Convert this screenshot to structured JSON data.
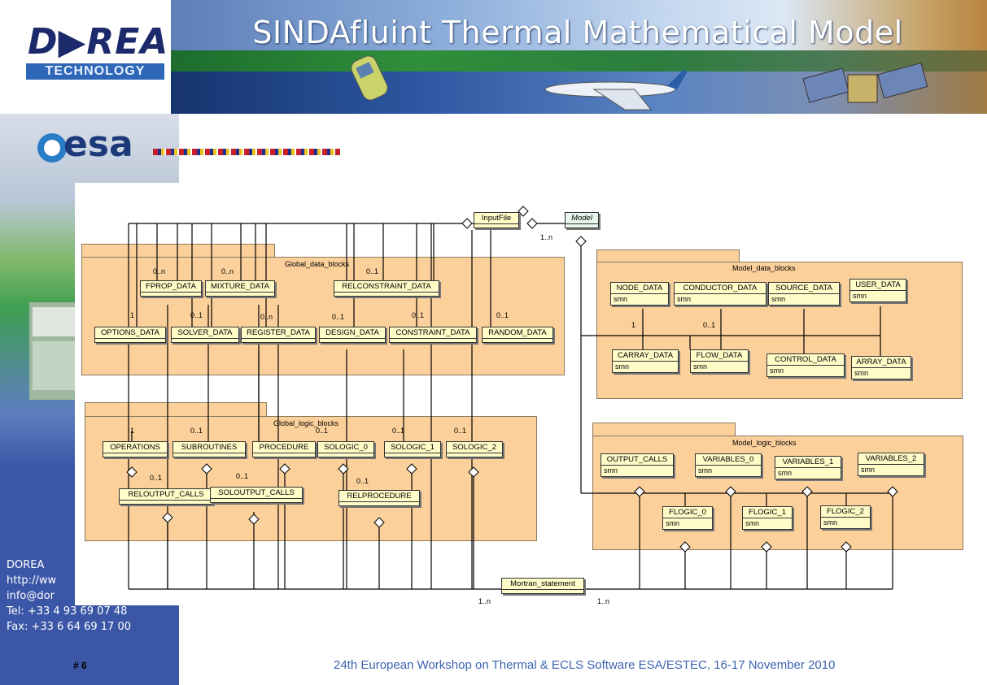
{
  "header": {
    "title": "SINDAfluint Thermal Mathematical Model",
    "logo_main": "D▶REA",
    "logo_sub": "TECHNOLOGY"
  },
  "side": {
    "esa": "esa",
    "contact": {
      "company": "DOREA",
      "web": "http://ww",
      "email": "info@dor",
      "tel": "Tel: +33 4 93 69 07 48",
      "fax": "Fax: +33 6 64 69 17 00"
    },
    "slide_number": "# 6"
  },
  "footer": "24th European Workshop on Thermal & ECLS Software ESA/ESTEC, 16-17 November 2010",
  "diagram": {
    "packages": {
      "global_data": "Global_data_blocks",
      "global_logic": "Global_logic_blocks",
      "model_data": "Model_data_blocks",
      "model_logic": "Model_logic_blocks"
    },
    "classes": {
      "inputfile": "InputFile",
      "model": "Model",
      "fprop": "FPROP_DATA",
      "mixture": "MIXTURE_DATA",
      "relconstraint": "RELCONSTRAINT_DATA",
      "options": "OPTIONS_DATA",
      "solver": "SOLVER_DATA",
      "register": "REGISTER_DATA",
      "design": "DESIGN_DATA",
      "constraint": "CONSTRAINT_DATA",
      "random": "RANDOM_DATA",
      "node": "NODE_DATA",
      "conductor": "CONDUCTOR_DATA",
      "source": "SOURCE_DATA",
      "user": "USER_DATA",
      "carray": "CARRAY_DATA",
      "flow": "FLOW_DATA",
      "control": "CONTROL_DATA",
      "array": "ARRAY_DATA",
      "operations": "OPERATIONS",
      "subroutines": "SUBROUTINES",
      "procedure": "PROCEDURE",
      "sologic0": "SOLOGIC_0",
      "sologic1": "SOLOGIC_1",
      "sologic2": "SOLOGIC_2",
      "reloutput": "RELOUTPUT_CALLS",
      "soloutput": "SOLOUTPUT_CALLS",
      "relprocedure": "RELPROCEDURE",
      "output_calls": "OUTPUT_CALLS",
      "variables0": "VARIABLES_0",
      "variables1": "VARIABLES_1",
      "variables2": "VARIABLES_2",
      "flogic0": "FLOGIC_0",
      "flogic1": "FLOGIC_1",
      "flogic2": "FLOGIC_2",
      "mortran": "Mortran_statement"
    },
    "attr": "smn",
    "mult": {
      "zero_n": "0..n",
      "zero_one": "0..1",
      "one": "1",
      "one_n": "1..n"
    }
  }
}
